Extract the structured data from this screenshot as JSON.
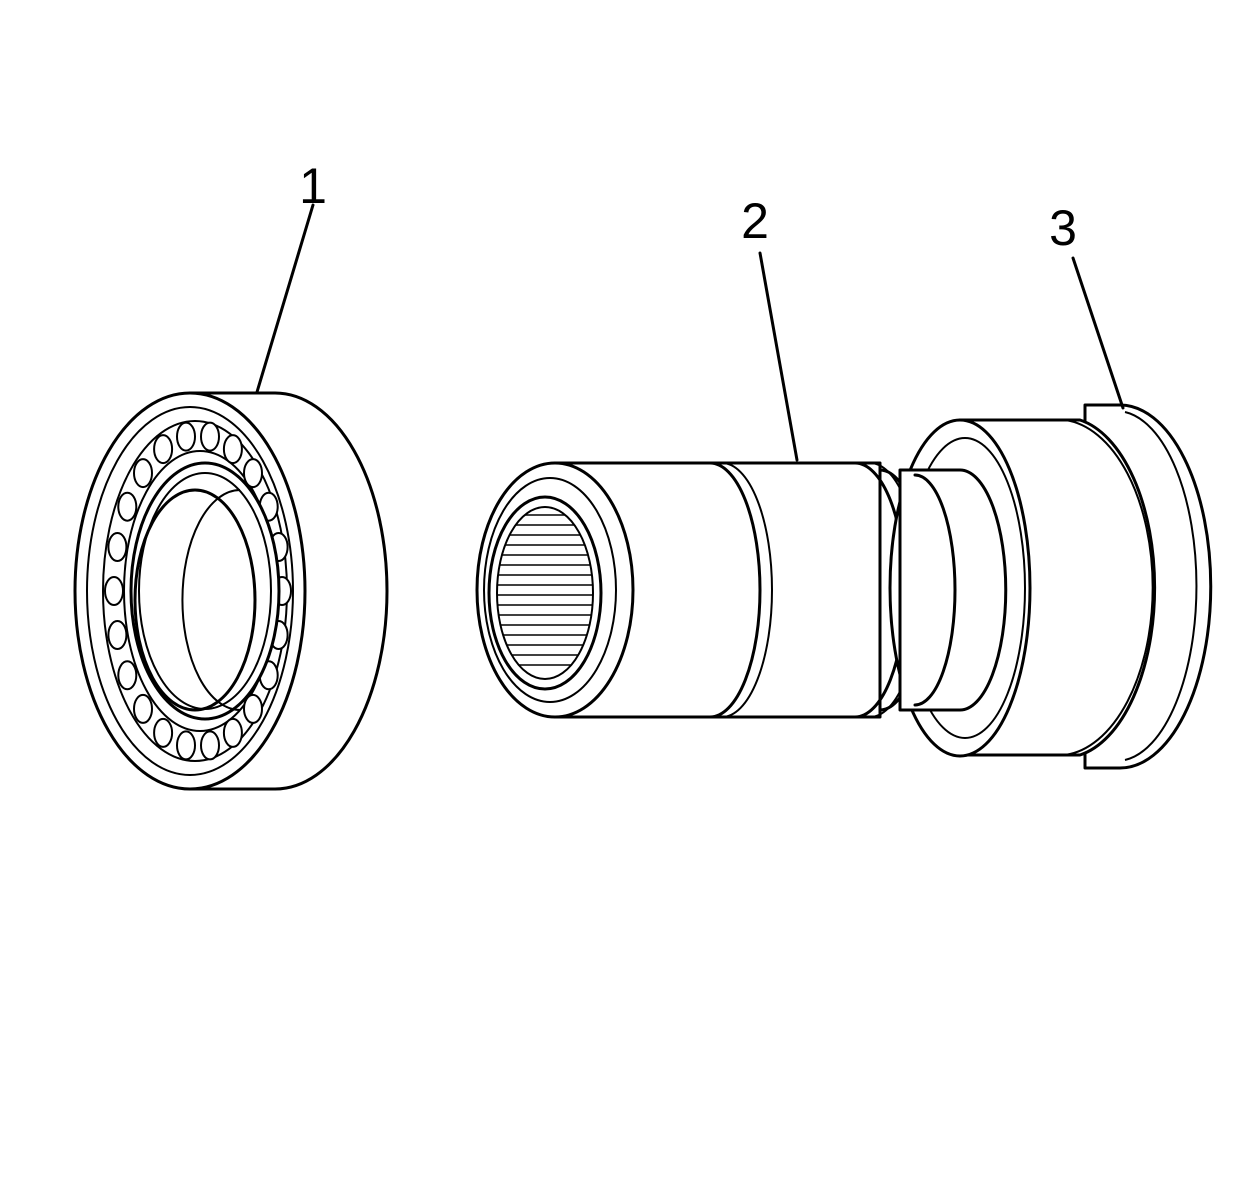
{
  "figure": {
    "background": "#ffffff",
    "line_color": "#000000",
    "callouts": [
      {
        "id": "1",
        "label": "1",
        "part": "roller-bearing"
      },
      {
        "id": "2",
        "label": "2",
        "part": "shaft"
      },
      {
        "id": "3",
        "label": "3",
        "part": "flange"
      }
    ]
  }
}
